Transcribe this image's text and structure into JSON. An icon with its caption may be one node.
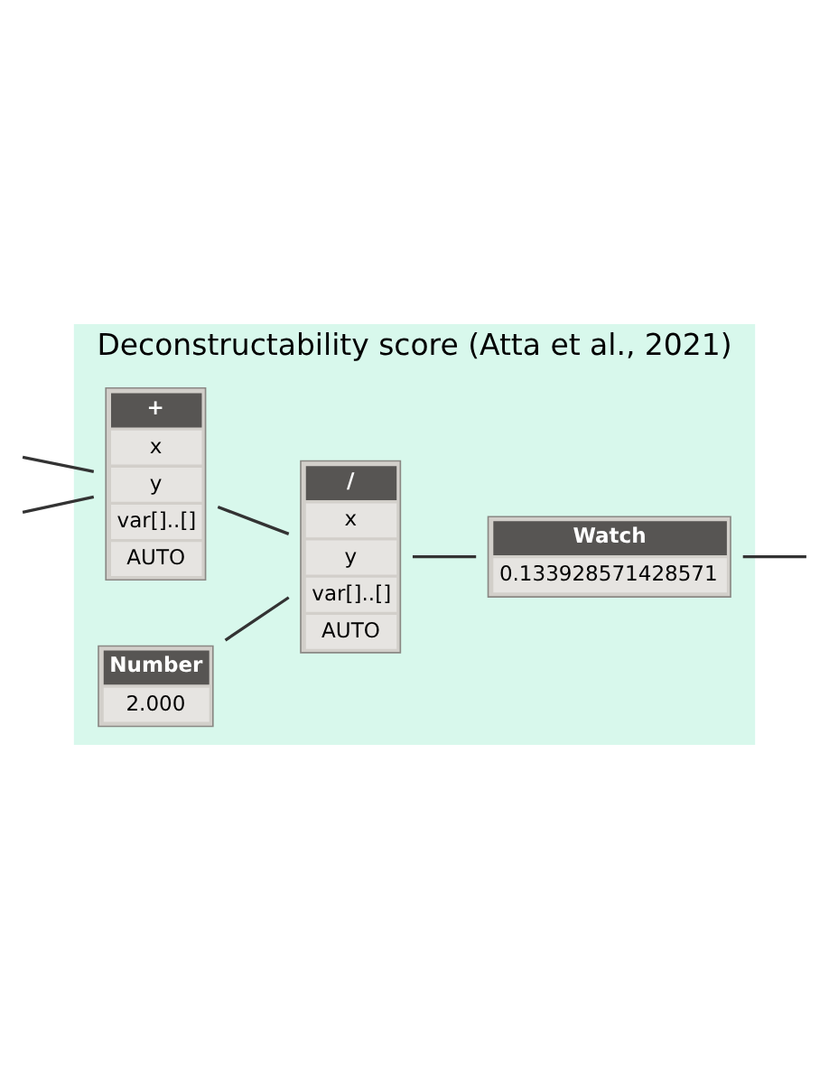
{
  "diagram": {
    "nodes": [
      {
        "text": [
          "Deconstructability score (Atta et al., 2021)"
        ]
      },
      {
        "text": [
          "+",
          "x",
          "y",
          "var[]..[]",
          "AUTO"
        ],
        "in": 0
      },
      {
        "text": [
          "/",
          "x",
          "y",
          "var[]..[]",
          "AUTO"
        ],
        "in": 0
      },
      {
        "text": [
          "Number",
          "2.000"
        ],
        "in": 0
      },
      {
        "text": [
          "Watch",
          "0.133928571428571"
        ],
        "in": 0
      }
    ],
    "edges": [
      {
        "from": null,
        "to": 1,
        "arrow": "none"
      },
      {
        "from": null,
        "to": 1,
        "arrow": "none"
      },
      {
        "from": 1,
        "to": 2,
        "arrow": "none"
      },
      {
        "from": 3,
        "to": 2,
        "arrow": "none"
      },
      {
        "from": 2,
        "to": 4,
        "arrow": "none"
      },
      {
        "from": 4,
        "to": null,
        "arrow": "none"
      }
    ]
  }
}
